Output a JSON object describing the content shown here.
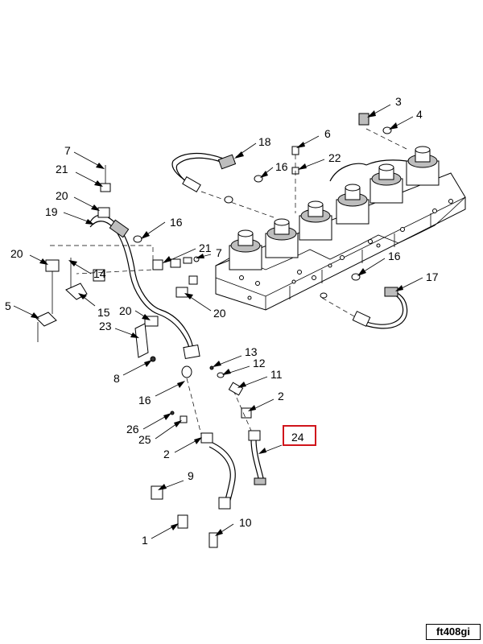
{
  "figure_code": "ft408gi",
  "highlighted_callout": "24",
  "highlight_color": "#d0141b",
  "callouts": [
    {
      "id": "c3",
      "text": "3"
    },
    {
      "id": "c4",
      "text": "4"
    },
    {
      "id": "c6",
      "text": "6"
    },
    {
      "id": "c7a",
      "text": "7"
    },
    {
      "id": "c18",
      "text": "18"
    },
    {
      "id": "c22",
      "text": "22"
    },
    {
      "id": "c21a",
      "text": "21"
    },
    {
      "id": "c16a",
      "text": "16"
    },
    {
      "id": "c20a",
      "text": "20"
    },
    {
      "id": "c19",
      "text": "19"
    },
    {
      "id": "c16b",
      "text": "16"
    },
    {
      "id": "c21b",
      "text": "21"
    },
    {
      "id": "c7b",
      "text": "7"
    },
    {
      "id": "c20b",
      "text": "20"
    },
    {
      "id": "c14",
      "text": "14"
    },
    {
      "id": "c16c",
      "text": "16"
    },
    {
      "id": "c17",
      "text": "17"
    },
    {
      "id": "c5",
      "text": "5"
    },
    {
      "id": "c15",
      "text": "15"
    },
    {
      "id": "c20c",
      "text": "20"
    },
    {
      "id": "c20d",
      "text": "20"
    },
    {
      "id": "c23",
      "text": "23"
    },
    {
      "id": "c13",
      "text": "13"
    },
    {
      "id": "c12",
      "text": "12"
    },
    {
      "id": "c8",
      "text": "8"
    },
    {
      "id": "c11",
      "text": "11"
    },
    {
      "id": "c16d",
      "text": "16"
    },
    {
      "id": "c2a",
      "text": "2"
    },
    {
      "id": "c26",
      "text": "26"
    },
    {
      "id": "c25",
      "text": "25"
    },
    {
      "id": "c24",
      "text": "24"
    },
    {
      "id": "c2b",
      "text": "2"
    },
    {
      "id": "c9",
      "text": "9"
    },
    {
      "id": "c10",
      "text": "10"
    },
    {
      "id": "c1",
      "text": "1"
    }
  ]
}
